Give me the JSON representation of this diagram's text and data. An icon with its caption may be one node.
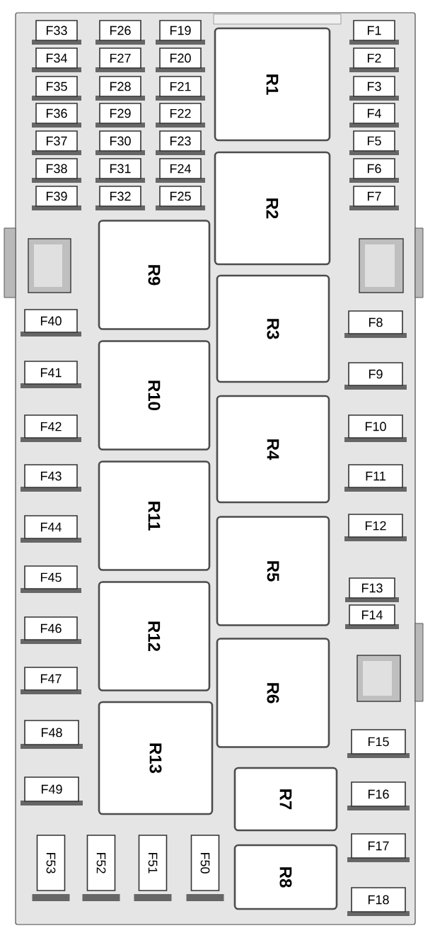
{
  "diagram": {
    "nodes": [
      {
        "text": [
          "F33"
        ]
      },
      {
        "text": [
          "F26"
        ]
      },
      {
        "text": [
          "F19"
        ]
      },
      {
        "text": [
          "R1"
        ]
      },
      {
        "text": [
          "F1"
        ]
      },
      {
        "text": [
          "F34"
        ]
      },
      {
        "text": [
          "F27"
        ]
      },
      {
        "text": [
          "F20"
        ]
      },
      {
        "text": [
          "F2"
        ]
      },
      {
        "text": [
          "F35"
        ]
      },
      {
        "text": [
          "F28"
        ]
      },
      {
        "text": [
          "F21"
        ]
      },
      {
        "text": [
          "F3"
        ]
      },
      {
        "text": [
          "F36"
        ]
      },
      {
        "text": [
          "F29"
        ]
      },
      {
        "text": [
          "F22"
        ]
      },
      {
        "text": [
          "F4"
        ]
      },
      {
        "text": [
          "F37"
        ]
      },
      {
        "text": [
          "F30"
        ]
      },
      {
        "text": [
          "F23"
        ]
      },
      {
        "text": [
          "F5"
        ]
      },
      {
        "text": [
          "F38"
        ]
      },
      {
        "text": [
          "F31"
        ]
      },
      {
        "text": [
          "F24"
        ]
      },
      {
        "text": [
          "F6"
        ]
      },
      {
        "text": [
          "F39"
        ]
      },
      {
        "text": [
          "F32"
        ]
      },
      {
        "text": [
          "F25"
        ]
      },
      {
        "text": [
          "R2"
        ]
      },
      {
        "text": [
          "F7"
        ]
      },
      {
        "text": [
          "R9"
        ]
      },
      {
        "text": [
          "F40"
        ]
      },
      {
        "text": [
          "R3"
        ]
      },
      {
        "text": [
          "F8"
        ]
      },
      {
        "text": [
          "F41"
        ]
      },
      {
        "text": [
          "F9"
        ]
      },
      {
        "text": [
          "R10"
        ]
      },
      {
        "text": [
          "F42"
        ]
      },
      {
        "text": [
          "F10"
        ]
      },
      {
        "text": [
          "R4"
        ]
      },
      {
        "text": [
          "F43"
        ]
      },
      {
        "text": [
          "F11"
        ]
      },
      {
        "text": [
          "R11"
        ]
      },
      {
        "text": [
          "F44"
        ]
      },
      {
        "text": [
          "F12"
        ]
      },
      {
        "text": [
          "R5"
        ]
      },
      {
        "text": [
          "F45"
        ]
      },
      {
        "text": [
          "F13"
        ]
      },
      {
        "text": [
          "F14"
        ]
      },
      {
        "text": [
          "F46"
        ]
      },
      {
        "text": [
          "R12"
        ]
      },
      {
        "text": [
          "F47"
        ]
      },
      {
        "text": [
          "R6"
        ]
      },
      {
        "text": [
          "F48"
        ]
      },
      {
        "text": [
          "F15"
        ]
      },
      {
        "text": [
          "R13"
        ]
      },
      {
        "text": [
          "F49"
        ]
      },
      {
        "text": [
          "R7"
        ]
      },
      {
        "text": [
          "F16"
        ]
      },
      {
        "text": [
          "F53"
        ]
      },
      {
        "text": [
          "F52"
        ]
      },
      {
        "text": [
          "F51"
        ]
      },
      {
        "text": [
          "F50"
        ]
      },
      {
        "text": [
          "F17"
        ]
      },
      {
        "text": [
          "R8"
        ]
      },
      {
        "text": [
          "F18"
        ]
      }
    ]
  }
}
